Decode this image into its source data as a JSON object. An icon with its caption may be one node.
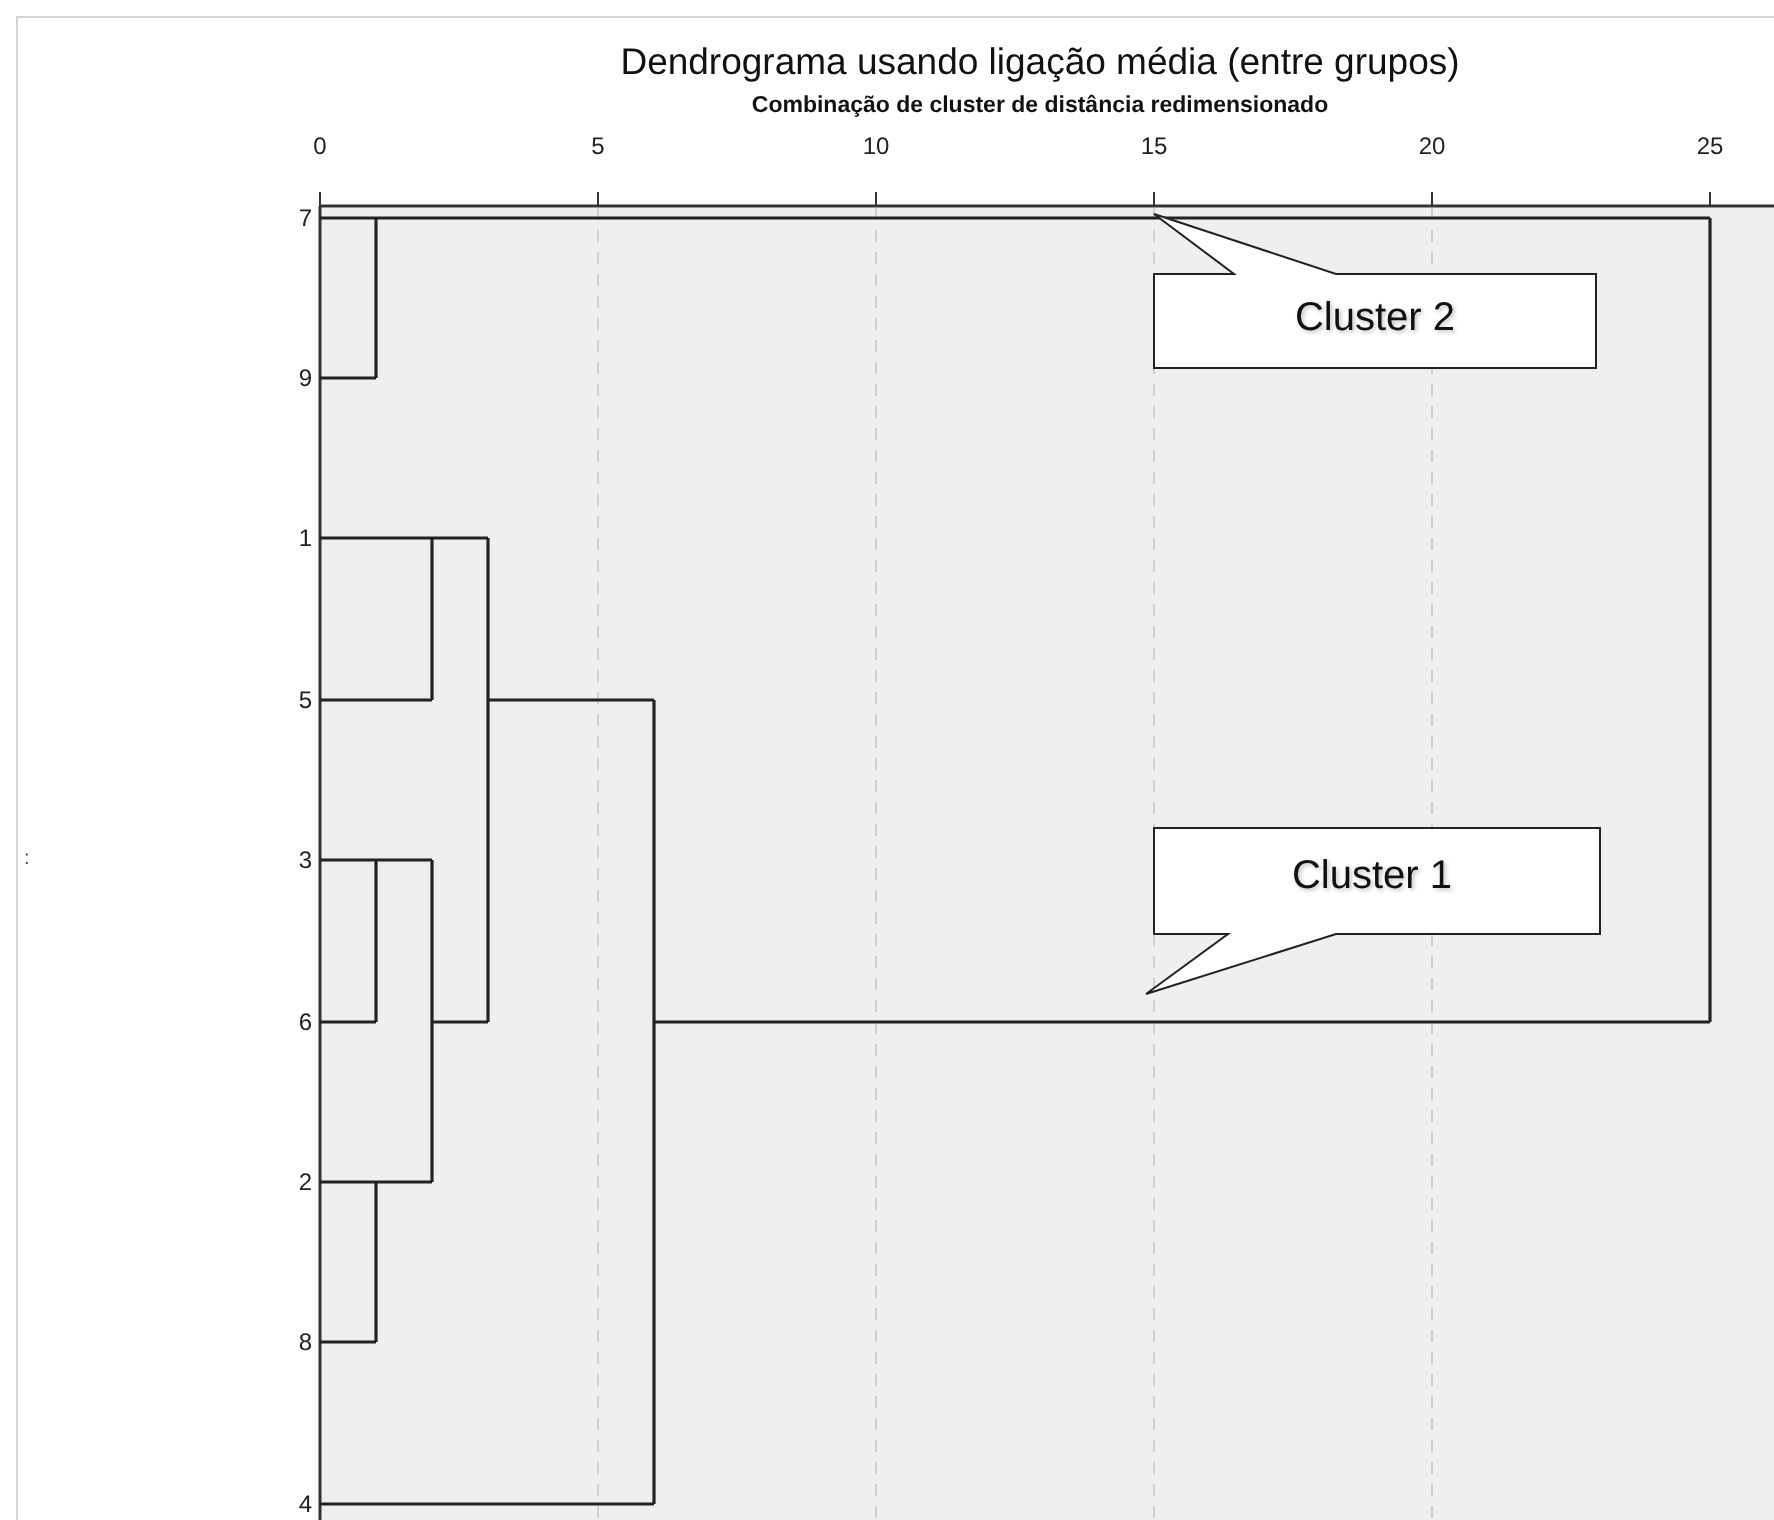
{
  "diagram": {
    "title": "Dendrograma usando ligação média (entre grupos)",
    "nodes": [
      {
        "text": [
          "Cluster 2"
        ]
      },
      {
        "text": [
          "Cluster 1"
        ]
      }
    ],
    "labels": [
      "Combinação de cluster de distância redimensionado",
      "0",
      "5",
      "10",
      "15",
      "20",
      "25",
      "7",
      "9",
      "1",
      "5",
      "3",
      "6",
      "2",
      "8",
      "4",
      ":"
    ]
  }
}
